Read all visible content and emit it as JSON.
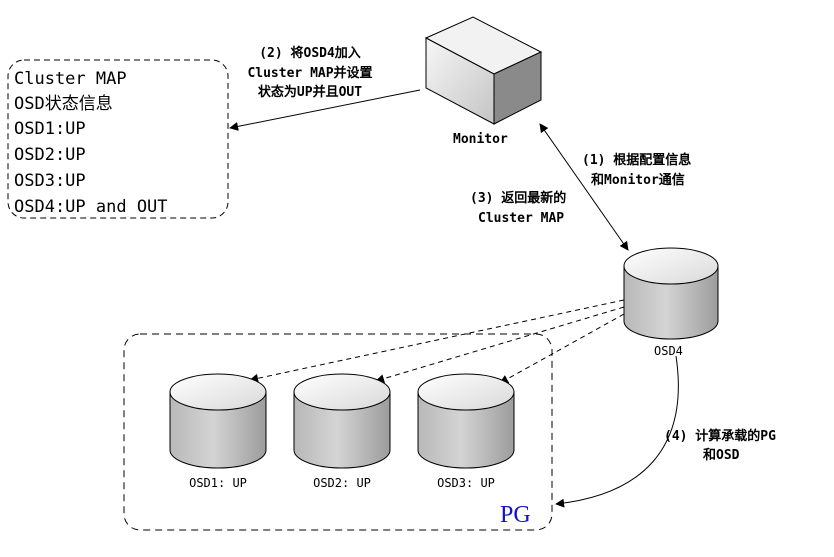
{
  "cluster_box": {
    "lines": [
      "Cluster MAP",
      "OSD状态信息",
      "OSD1:UP",
      "OSD2:UP",
      "OSD3:UP",
      "OSD4:UP and OUT"
    ]
  },
  "monitor": {
    "label": "Monitor"
  },
  "osd4": {
    "label": "OSD4"
  },
  "pg": {
    "label": "PG",
    "label_color": "#1010d0",
    "disks": [
      {
        "label": "OSD1: UP"
      },
      {
        "label": "OSD2: UP"
      },
      {
        "label": "OSD3: UP"
      }
    ]
  },
  "steps": {
    "step1": {
      "line1": "(1) 根据配置信息",
      "line2": "和Monitor通信"
    },
    "step2": {
      "line1": "(2) 将OSD4加入",
      "line2": "Cluster MAP并设置",
      "line3": "状态为UP并且OUT"
    },
    "step3": {
      "line1": "(3) 返回最新的",
      "line2": "Cluster MAP"
    },
    "step4": {
      "line1": "(4) 计算承载的PG",
      "line2": "和OSD"
    }
  }
}
